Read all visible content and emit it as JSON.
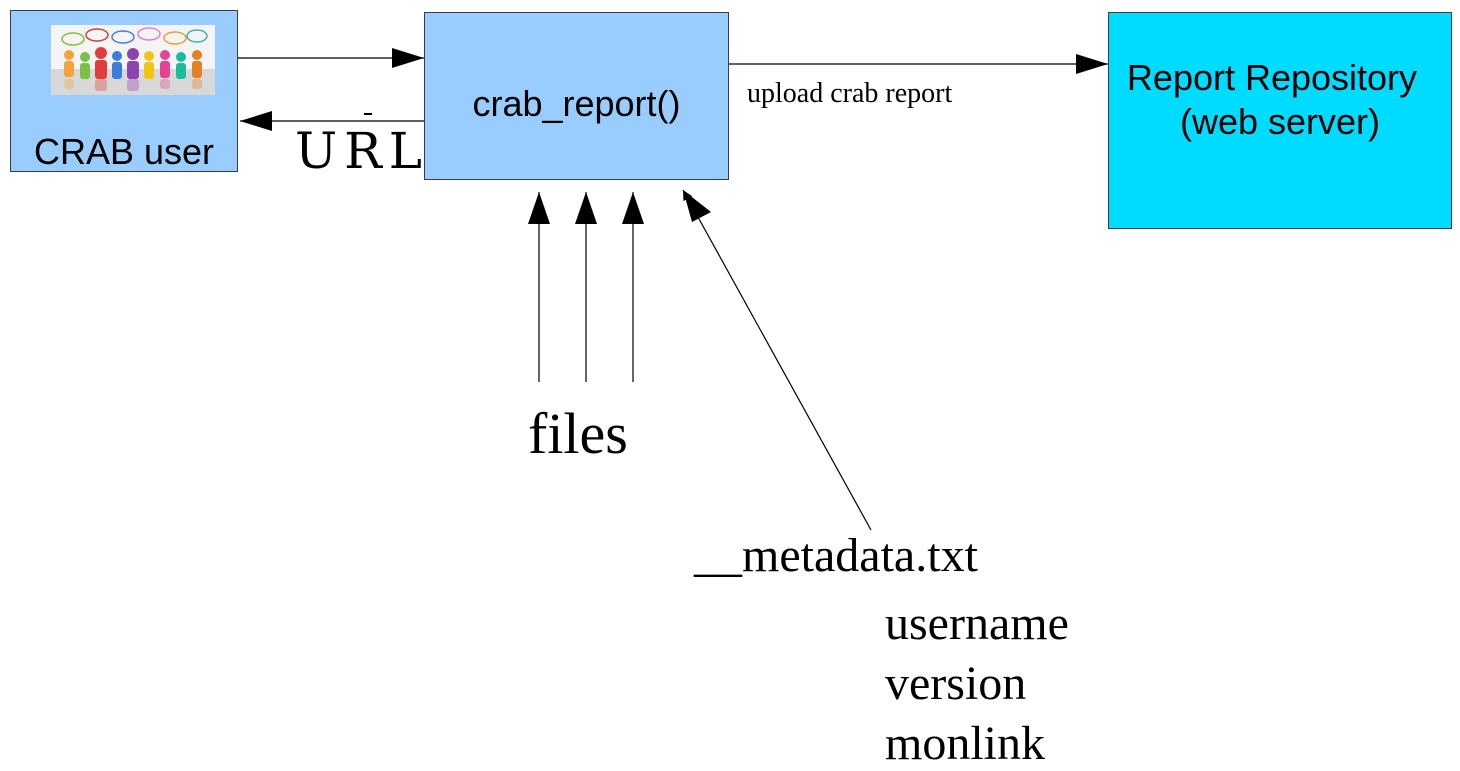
{
  "nodes": {
    "crab_user": {
      "label": "CRAB user",
      "icon": "people-group-icon"
    },
    "crab_report": {
      "label": "crab_report()"
    },
    "repository": {
      "line1": "Report Repository",
      "line2": "(web server)"
    }
  },
  "edges": {
    "upload_label": "upload crab report",
    "url_label": "URL"
  },
  "inputs": {
    "files_label": "files",
    "metadata_file": "__metadata.txt",
    "metadata_fields": [
      "username",
      "version",
      "monlink"
    ]
  },
  "colors": {
    "process_box": "#99ccff",
    "repository_box": "#00dcff",
    "line": "#000000"
  }
}
